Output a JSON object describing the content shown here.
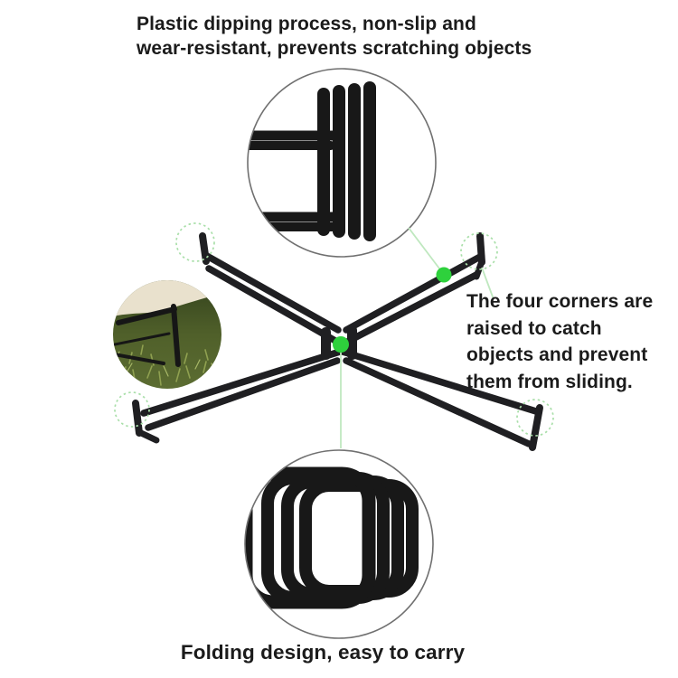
{
  "colors": {
    "background": "#ffffff",
    "text": "#1b1b1b",
    "tube": "#1f1f22",
    "inset_black": "#181818",
    "accent_green": "#2ed13c",
    "connector_green": "#bfe8bf",
    "dashed_green": "#a9dfa9",
    "circle_border": "#707070",
    "beige": "#e9e1cd",
    "grass_dark": "#31401c",
    "grass_light": "#8fa050"
  },
  "callouts": {
    "top": {
      "line1": "Plastic dipping process, non-slip and",
      "line2": "wear-resistant, prevents scratching objects"
    },
    "right": {
      "line1": "The four corners are",
      "line2": "raised to catch",
      "line3": "objects and prevent",
      "line4": "them from sliding."
    },
    "bottom": {
      "text": "Folding design, easy to carry"
    }
  },
  "icons": {
    "top_inset": "folded-frame-corner-closeup",
    "left_inset": "stand-in-use-on-grass-photo",
    "bottom_inset": "folded-frames-stack-closeup",
    "center_marker": "green-callout-dot",
    "rail_marker": "green-callout-dot",
    "corner_markers": "dashed-green-corner-circles"
  }
}
